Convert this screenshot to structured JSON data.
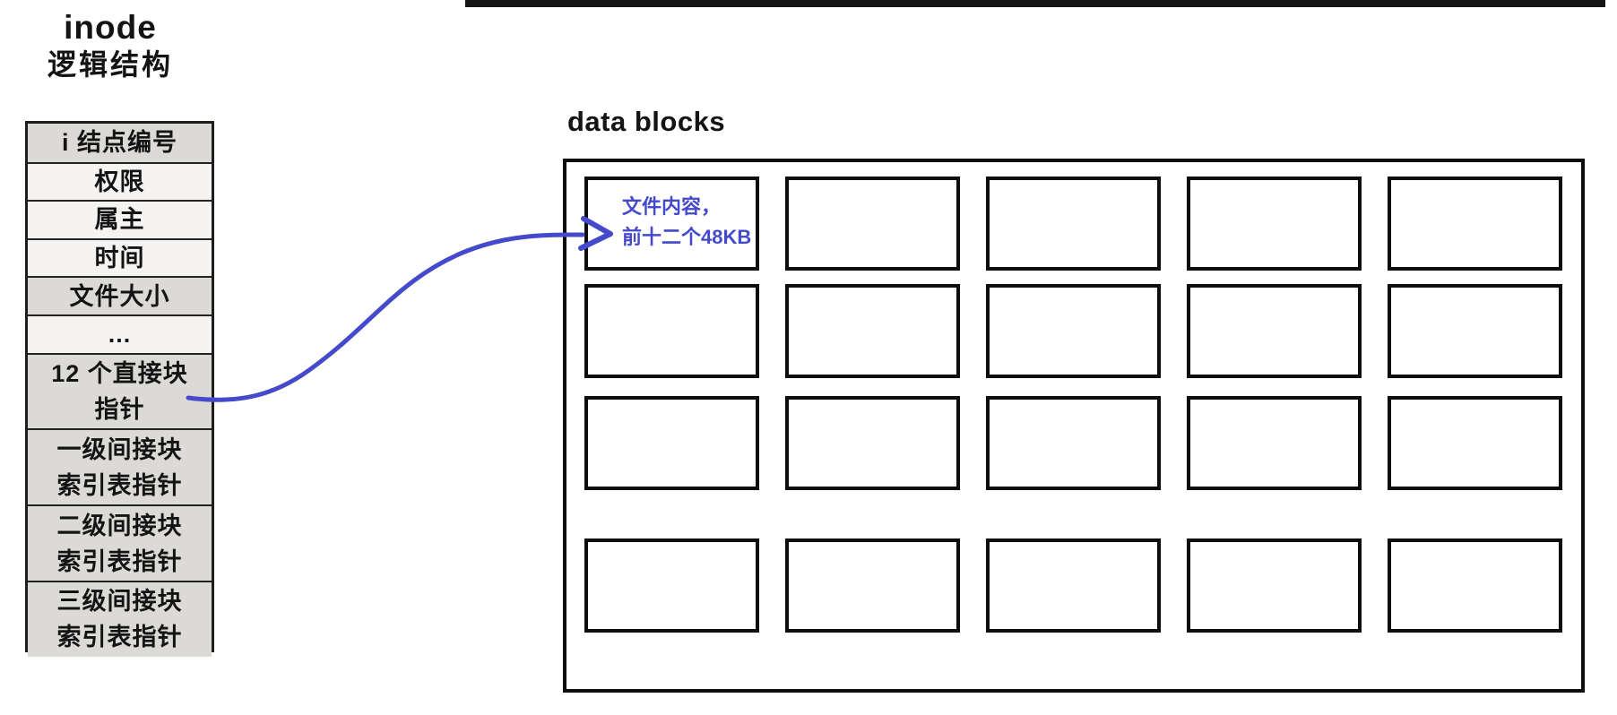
{
  "colors": {
    "arrow_blue": "#4549cb",
    "top_bar": "#141414",
    "row_shade_dark": "#dcdad7",
    "row_shade_light": "#f5f4f2"
  },
  "inode": {
    "title_line1": "inode",
    "title_line2": "逻辑结构",
    "rows": [
      {
        "label": "i 结点编号",
        "shade": "dark",
        "lines": 1
      },
      {
        "label": "权限",
        "shade": "light",
        "lines": 1
      },
      {
        "label": "属主",
        "shade": "light",
        "lines": 1
      },
      {
        "label": "时间",
        "shade": "light",
        "lines": 1
      },
      {
        "label": "文件大小",
        "shade": "dark",
        "lines": 1
      },
      {
        "label": "...",
        "shade": "light",
        "lines": 1
      },
      {
        "label": "12 个直接块\n指针",
        "shade": "dark",
        "lines": 2
      },
      {
        "label": "一级间接块\n索引表指针",
        "shade": "dark",
        "lines": 2
      },
      {
        "label": "二级间接块\n索引表指针",
        "shade": "dark",
        "lines": 2
      },
      {
        "label": "三级间接块\n索引表指针",
        "shade": "dark",
        "lines": 2
      }
    ]
  },
  "data_blocks": {
    "title": "data blocks",
    "grid": {
      "rows": 4,
      "cols": 5
    },
    "annotation": {
      "line1": "文件内容，",
      "line2": "前十二个48KB"
    }
  }
}
